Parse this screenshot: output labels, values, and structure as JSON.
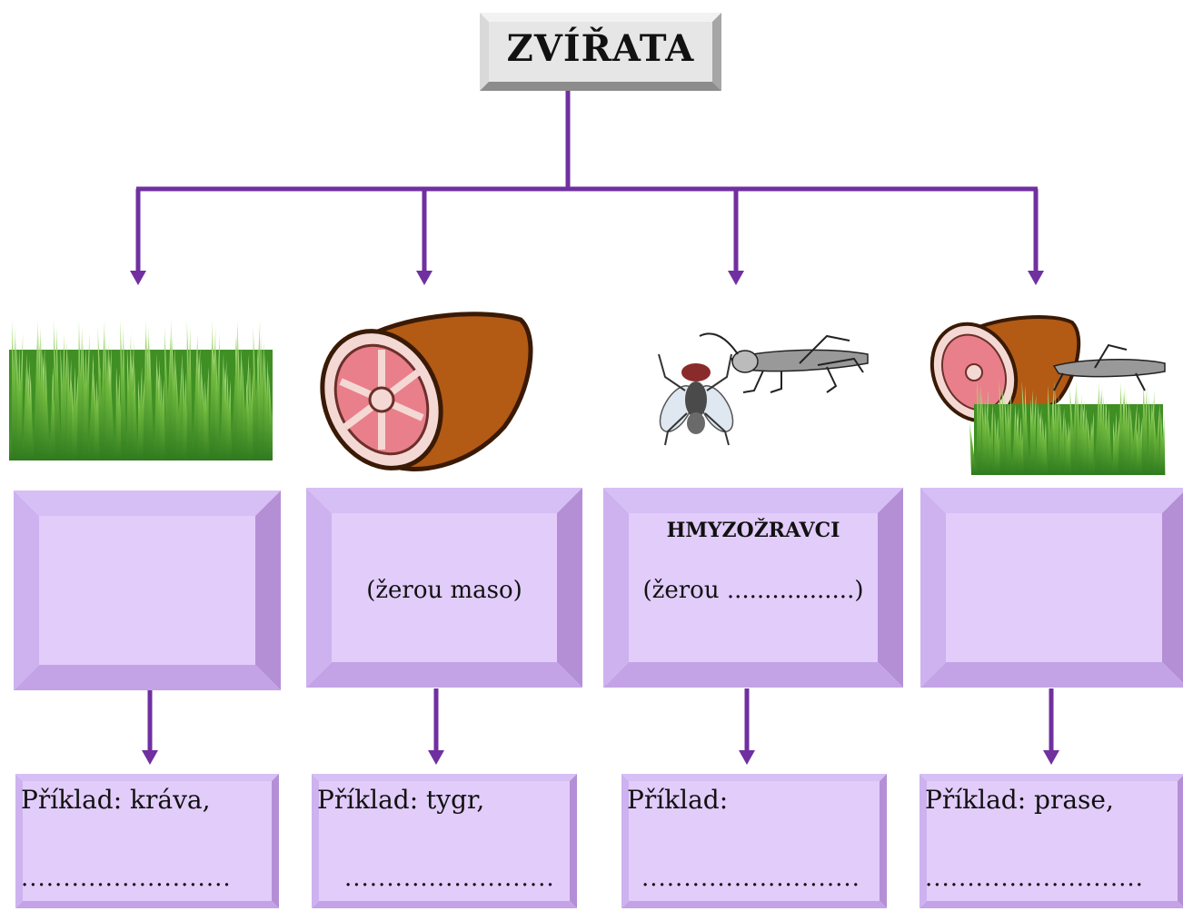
{
  "title": "ZVÍŘATA",
  "categories": [
    {
      "image": "grass-image",
      "name": "",
      "description": "",
      "example": "Příklad: kráva,",
      "blank": "........................."
    },
    {
      "image": "meat-image",
      "name": "",
      "description": "(žerou maso)",
      "example": "Příklad: tygr,",
      "blank": "........................."
    },
    {
      "image": "insects-image",
      "name": "HMYZOŽRAVCI",
      "description": "(žerou .................)",
      "example": "Příklad:",
      "blank": ".........................."
    },
    {
      "image": "meat-and-grass-image",
      "name": "",
      "description": "",
      "example": "Příklad: prase,",
      "blank": ".........................."
    }
  ],
  "colors": {
    "connector": "#7030a0",
    "box_face": "#e2ccfa",
    "box_bevel_light": "#d6bff5",
    "box_bevel_dark": "#b48fd6",
    "title_face": "#e6e6e6"
  }
}
